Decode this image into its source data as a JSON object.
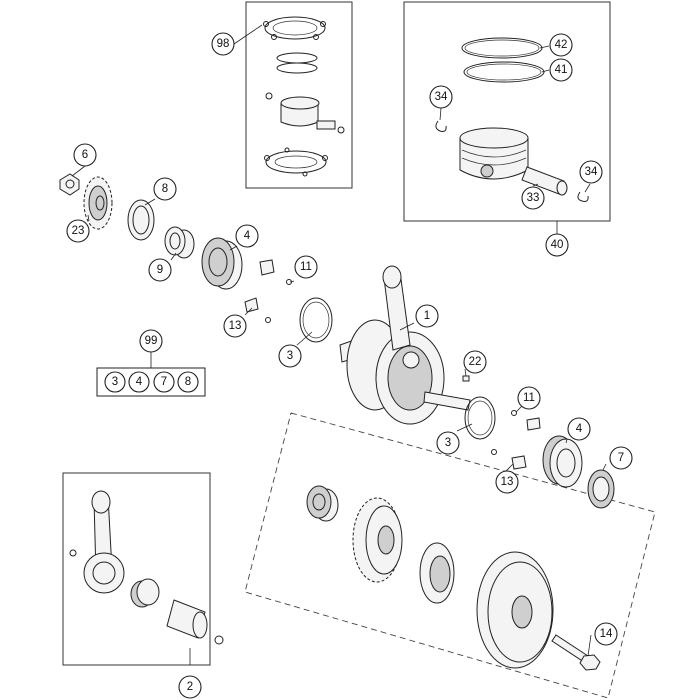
{
  "callouts": {
    "c98": "98",
    "c42": "42",
    "c41": "41",
    "c34a": "34",
    "c34b": "34",
    "c33": "33",
    "c40": "40",
    "c6": "6",
    "c8": "8",
    "c23": "23",
    "c9": "9",
    "c4a": "4",
    "c11a": "11",
    "c13a": "13",
    "c3a": "3",
    "c1": "1",
    "c99": "99",
    "c22": "22",
    "c11b": "11",
    "c4b": "4",
    "c7": "7",
    "c3b": "3",
    "c13b": "13",
    "c14": "14",
    "c2": "2"
  },
  "kit_99": [
    "3",
    "4",
    "7",
    "8"
  ]
}
